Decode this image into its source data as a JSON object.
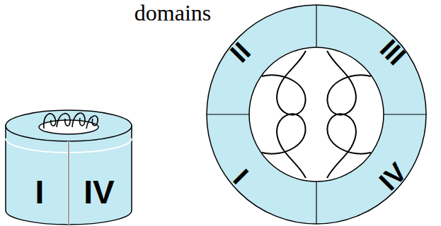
{
  "diagram": {
    "labels": [
      "domains",
      "I",
      "IV",
      "II",
      "III",
      "I",
      "IV"
    ]
  }
}
